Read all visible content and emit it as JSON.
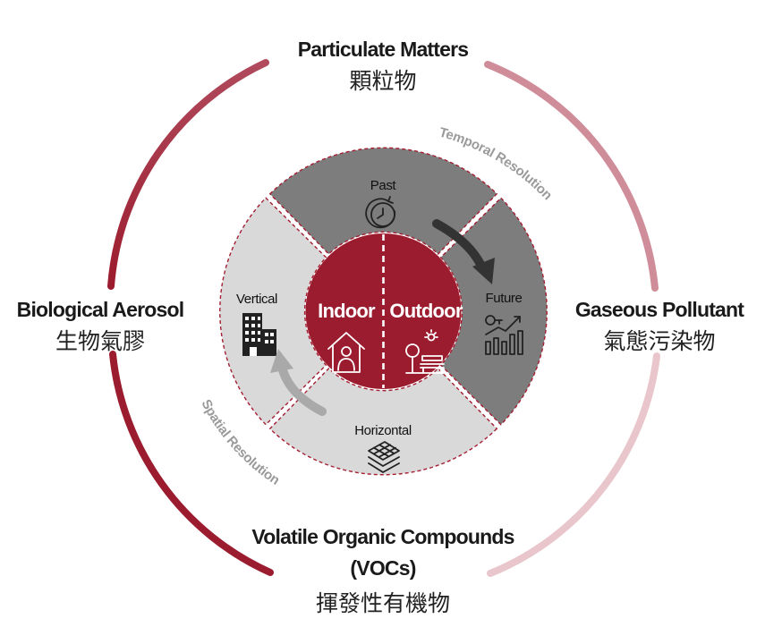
{
  "outer_labels": {
    "particulate_en": "Particulate Matters",
    "particulate_zh": "顆粒物",
    "bio_en": "Biological Aerosol",
    "bio_zh": "生物氣膠",
    "gas_en": "Gaseous Pollutant",
    "gas_zh": "氣態污染物",
    "voc_en_line1": "Volatile Organic Compounds",
    "voc_en_line2": "(VOCs)",
    "voc_zh": "揮發性有機物"
  },
  "sectors": {
    "past": "Past",
    "future": "Future",
    "vertical": "Vertical",
    "horizontal": "Horizontal"
  },
  "center": {
    "indoor": "Indoor",
    "outdoor": "Outdoor"
  },
  "resolution": {
    "temporal": "Temporal Resolution",
    "spatial": "Spatial Resolution"
  },
  "icons": {
    "past": "clock-rewind-icon",
    "future": "growth-chart-icon",
    "vertical": "office-building-icon",
    "horizontal": "layered-grid-icon",
    "indoor": "house-person-icon",
    "outdoor": "park-bench-sun-icon"
  },
  "colors": {
    "accent": "#9b1c2e",
    "dark_sector": "#7d7d7d",
    "light_sector": "#d9d9d9"
  }
}
